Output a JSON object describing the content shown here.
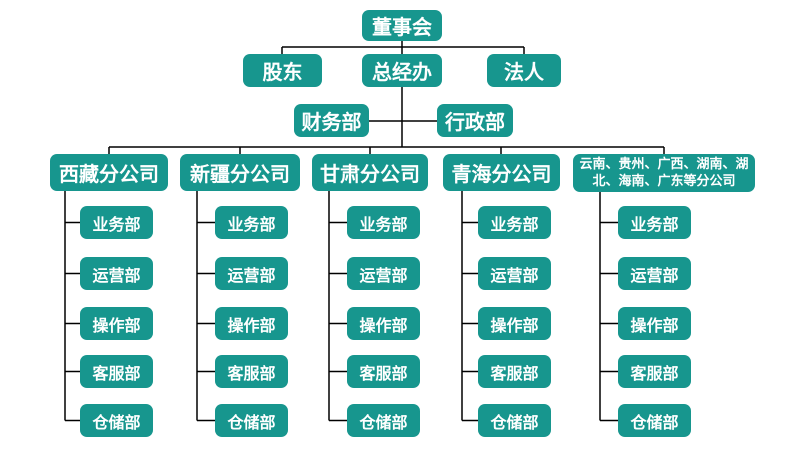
{
  "org": {
    "root": {
      "label": "董事会"
    },
    "level2": [
      {
        "label": "股东"
      },
      {
        "label": "总经办"
      },
      {
        "label": "法人"
      }
    ],
    "level3": [
      {
        "label": "财务部"
      },
      {
        "label": "行政部"
      }
    ],
    "branches": [
      {
        "label": "西藏分公司",
        "departments": [
          "业务部",
          "运营部",
          "操作部",
          "客服部",
          "仓储部"
        ]
      },
      {
        "label": "新疆分公司",
        "departments": [
          "业务部",
          "运营部",
          "操作部",
          "客服部",
          "仓储部"
        ]
      },
      {
        "label": "甘肃分公司",
        "departments": [
          "业务部",
          "运营部",
          "操作部",
          "客服部",
          "仓储部"
        ]
      },
      {
        "label": "青海分公司",
        "departments": [
          "业务部",
          "运营部",
          "操作部",
          "客服部",
          "仓储部"
        ]
      },
      {
        "label": "云南、贵州、广西、湖南、湖北、海南、广东等分公司",
        "departments": [
          "业务部",
          "运营部",
          "操作部",
          "客服部",
          "仓储部"
        ]
      }
    ]
  },
  "colors": {
    "node_fill": "#17968E",
    "node_text": "#FFFFFF",
    "connector": "#000000",
    "background": "#FFFFFF"
  }
}
